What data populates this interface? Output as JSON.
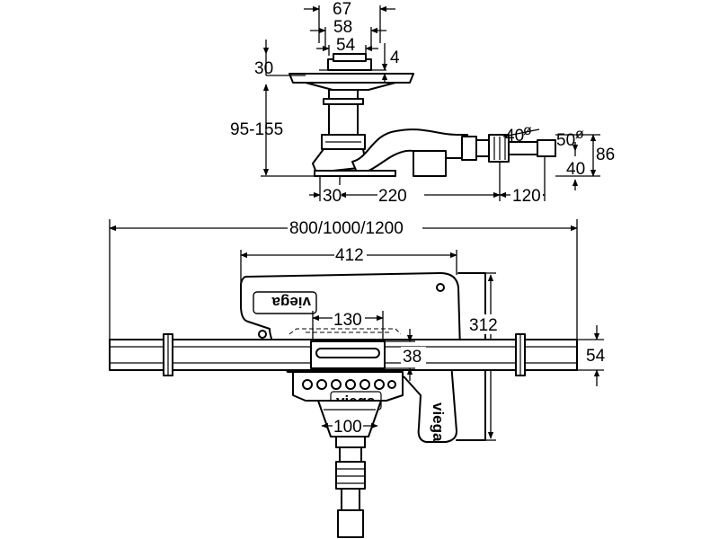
{
  "brand": "viega",
  "top_view": {
    "dim_67": "67",
    "dim_58": "58",
    "dim_54": "54",
    "dim_30_flange": "30",
    "dim_4": "4",
    "dim_height": "95-155",
    "dim_40_pipe": "40",
    "dim_50_pipe": "50",
    "diameter_symbol": "ø",
    "dim_86": "86",
    "dim_40_right": "40",
    "dim_30_bottom": "30",
    "dim_220": "220",
    "dim_120": "120"
  },
  "plan_view": {
    "dim_length": "800/1000/1200",
    "dim_412": "412",
    "dim_130": "130",
    "dim_312": "312",
    "dim_38": "38",
    "dim_54": "54",
    "dim_100": "100"
  }
}
